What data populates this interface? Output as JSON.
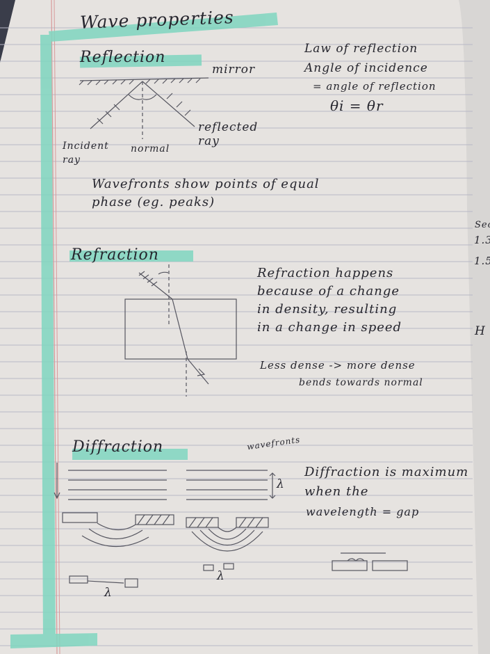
{
  "page": {
    "title": "Wave properties",
    "reflection": {
      "heading": "Reflection",
      "mirror_label": "mirror",
      "reflected_ray_label": "reflected ray",
      "incident_ray_label": "Incident ray",
      "normal_label": "normal",
      "law_lines": [
        "Law of reflection",
        "Angle of incidence",
        "= angle of reflection",
        "θi = θr"
      ],
      "wavefronts_note": [
        "Wavefronts show points of equal",
        "phase (eg. peaks)"
      ]
    },
    "refraction": {
      "heading": "Refraction",
      "explanation_lines": [
        "Refraction happens",
        "because of a change",
        "in density, resulting",
        "in a change in speed"
      ],
      "direction_lines": [
        "Less dense -> more dense",
        "bends towards normal"
      ]
    },
    "diffraction": {
      "heading": "Diffraction",
      "wavefronts_label": "wavefronts",
      "lambda_label": "λ",
      "explanation_lines": [
        "Diffraction is maximum",
        "when the",
        "wavelength = gap"
      ]
    },
    "margin_text": [
      "Sec",
      "1.3",
      "1.5",
      "H"
    ]
  },
  "colors": {
    "paper": "#e6e3e0",
    "highlighter": "#7fd6c0",
    "ink": "#26262e"
  }
}
